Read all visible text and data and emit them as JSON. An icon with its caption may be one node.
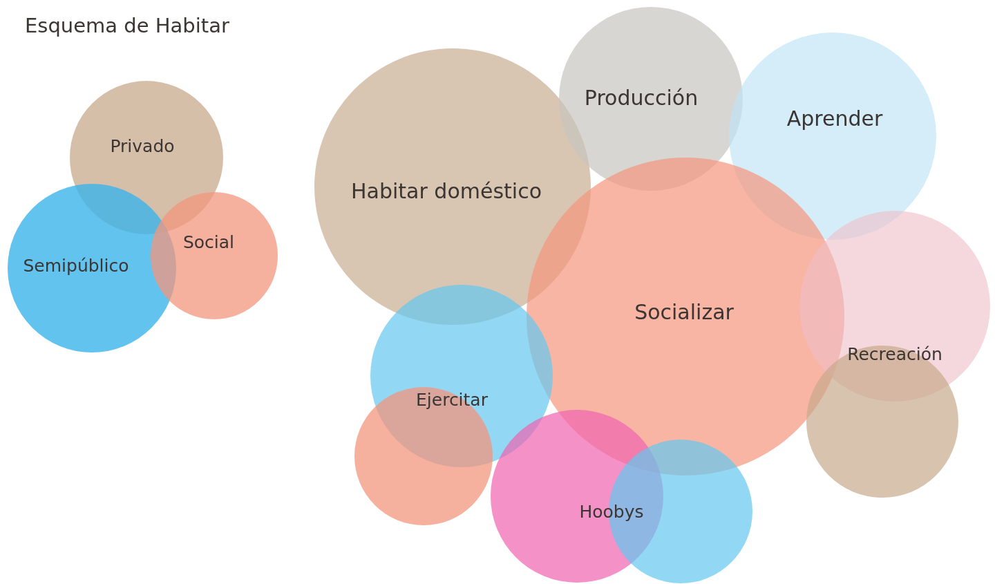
{
  "diagram": {
    "title": "Esquema de Habitar",
    "nodes": [
      {
        "text": [
          "Privado"
        ]
      },
      {
        "text": [
          "Semipúblico"
        ]
      },
      {
        "text": [
          "Social"
        ]
      },
      {
        "text": [
          "Habitar doméstico"
        ]
      },
      {
        "text": [
          "Producción"
        ]
      },
      {
        "text": [
          "Aprender"
        ]
      },
      {
        "text": [
          "Socializar"
        ]
      },
      {
        "text": [],
        "shape": "circle"
      },
      {
        "text": [
          "Recreación"
        ]
      },
      {
        "text": [],
        "shape": "circle"
      },
      {
        "text": [
          "Ejercitar"
        ]
      },
      {
        "text": [],
        "shape": "circle"
      },
      {
        "text": [
          "Hoobys"
        ]
      }
    ]
  }
}
